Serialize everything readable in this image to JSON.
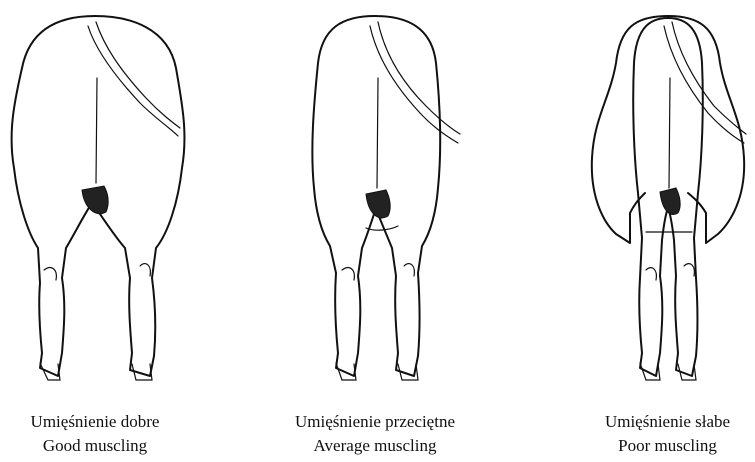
{
  "figure": {
    "panels": [
      {
        "label_pl": "Umięśnienie dobre",
        "label_en": "Good muscling"
      },
      {
        "label_pl": "Umięśnienie przeciętne",
        "label_en": "Average muscling"
      },
      {
        "label_pl": "Umięśnienie słabe",
        "label_en": "Poor muscling"
      }
    ]
  }
}
